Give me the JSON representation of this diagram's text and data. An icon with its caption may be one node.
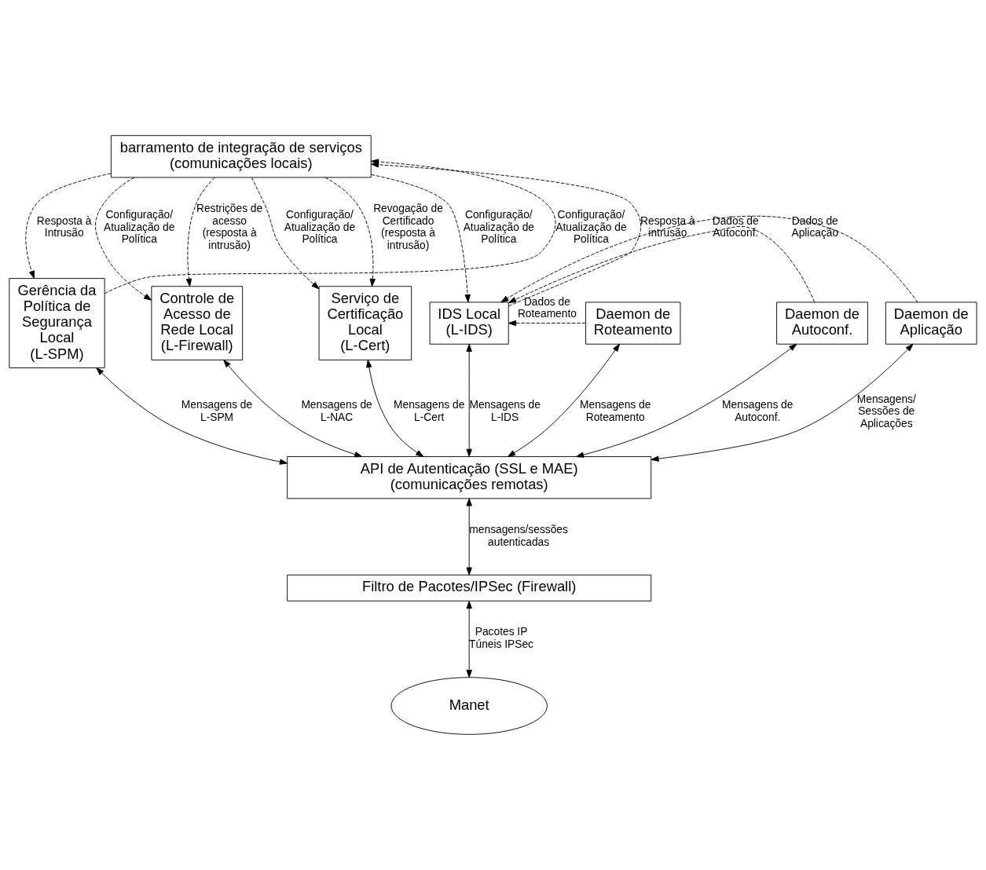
{
  "diagram": {
    "nodes": [
      {
        "text": [
          "barramento de integração de serviços",
          "(comunicações locais)"
        ]
      },
      {
        "text": [
          "Gerência da Política de Segurança Local (L-SPM)"
        ]
      },
      {
        "text": [
          "Controle de Acesso de Rede Local (L-Firewall)"
        ]
      },
      {
        "text": [
          "Serviço de Certificação Local (L-Cert)"
        ]
      },
      {
        "text": [
          "IDS Local (L-IDS)"
        ]
      },
      {
        "text": [
          "Daemon de Roteamento"
        ]
      },
      {
        "text": [
          "Daemon de Autoconf."
        ]
      },
      {
        "text": [
          "Daemon de Aplicação"
        ]
      },
      {
        "text": [
          "API de Autenticação (SSL e MAE)",
          "(comunicações remotas)"
        ]
      },
      {
        "text": [
          "Filtro de Pacotes/IPSec (Firewall)"
        ]
      },
      {
        "text": [
          "Manet"
        ]
      }
    ],
    "edges": [
      {
        "from": 1,
        "to": 0,
        "arrow": "to",
        "style": "dashed",
        "label": "Configuração/ Atualização de Política"
      },
      {
        "from": 0,
        "to": 1,
        "arrow": "to",
        "style": "dashed",
        "label": "Resposta à Intrusão"
      },
      {
        "from": 0,
        "to": 2,
        "arrow": "to",
        "style": "dashed",
        "label": "Configuração/ Atualização de Política"
      },
      {
        "from": 0,
        "to": 2,
        "arrow": "to",
        "style": "dashed",
        "label": "Restrições de acesso (resposta à intrusão)"
      },
      {
        "from": 0,
        "to": 3,
        "arrow": "to",
        "style": "dashed",
        "label": "Configuração/ Atualização de Política"
      },
      {
        "from": 0,
        "to": 3,
        "arrow": "to",
        "style": "dashed",
        "label": "Revogação de Certificado (resposta à intrusão)"
      },
      {
        "from": 0,
        "to": 4,
        "arrow": "to",
        "style": "dashed",
        "label": "Configuração/ Atualização de Política"
      },
      {
        "from": 4,
        "to": 0,
        "arrow": "to",
        "style": "dashed",
        "label": "Resposta à intrusão"
      },
      {
        "from": 5,
        "to": 4,
        "arrow": "to",
        "style": "dashed",
        "label": "Dados de Roteamento"
      },
      {
        "from": 6,
        "to": 4,
        "arrow": "to",
        "style": "dashed",
        "label": "Dados de Autoconf."
      },
      {
        "from": 7,
        "to": 4,
        "arrow": "to",
        "style": "dashed",
        "label": "Dados de Aplicação"
      },
      {
        "from": 1,
        "to": 8,
        "arrow": "both",
        "label": "Mensagens de L-SPM"
      },
      {
        "from": 2,
        "to": 8,
        "arrow": "both",
        "label": "Mensagens de L-NAC"
      },
      {
        "from": 3,
        "to": 8,
        "arrow": "both",
        "label": "Mensagens de L-Cert"
      },
      {
        "from": 4,
        "to": 8,
        "arrow": "both",
        "label": "Mensagens de L-IDS"
      },
      {
        "from": 5,
        "to": 8,
        "arrow": "both",
        "label": "Mensagens de Roteamento"
      },
      {
        "from": 6,
        "to": 8,
        "arrow": "both",
        "label": "Mensagens de Autoconf."
      },
      {
        "from": 7,
        "to": 8,
        "arrow": "both",
        "label": "Mensagens/ Sessões de Aplicações"
      },
      {
        "from": 8,
        "to": 9,
        "arrow": "both",
        "label": "mensagens/sessões autenticadas"
      },
      {
        "from": 9,
        "to": 10,
        "arrow": "both",
        "label": "Pacotes IP Túneis IPSec"
      }
    ]
  }
}
